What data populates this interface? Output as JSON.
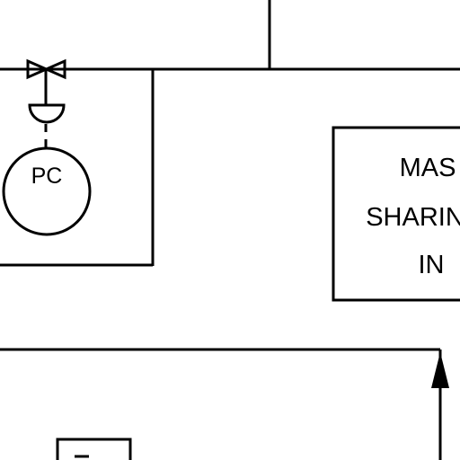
{
  "instrument": {
    "tag": "PC"
  },
  "block": {
    "lines": [
      "MAS",
      "SHARIN",
      "IN"
    ]
  },
  "colors": {
    "line": "#000000",
    "background": "#ffffff"
  }
}
